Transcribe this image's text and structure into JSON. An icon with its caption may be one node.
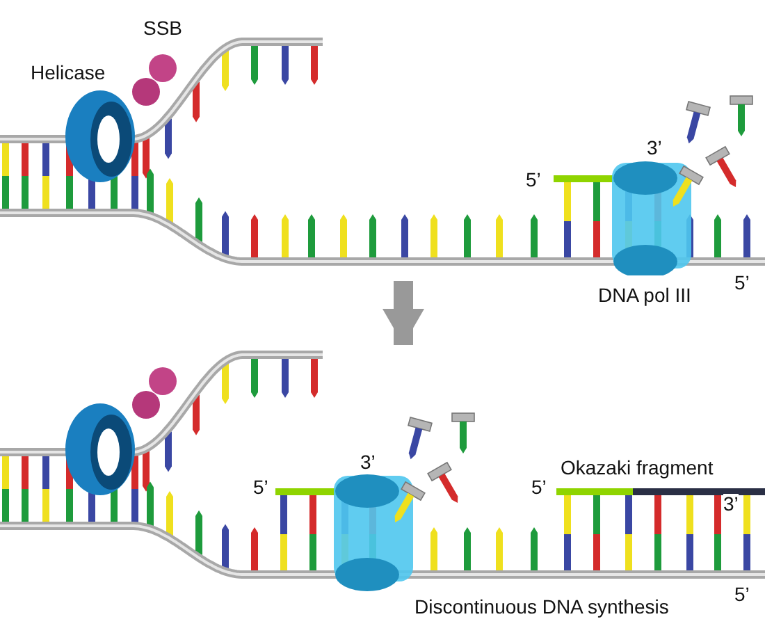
{
  "diagram": {
    "nodes": [
      {
        "text": [],
        "shape": "picture"
      },
      {
        "text": [],
        "shape": "picture"
      }
    ],
    "edges": [
      {
        "from": 0,
        "to": 1,
        "arrow": "to"
      }
    ],
    "labels": [
      "SSB",
      "Helicase",
      "3’",
      "5’",
      "DNA pol III",
      "5’",
      "3’",
      "5’",
      "5’",
      "Okazaki fragment",
      "3’",
      "5’",
      "Discontinuous DNA synthesis"
    ]
  }
}
